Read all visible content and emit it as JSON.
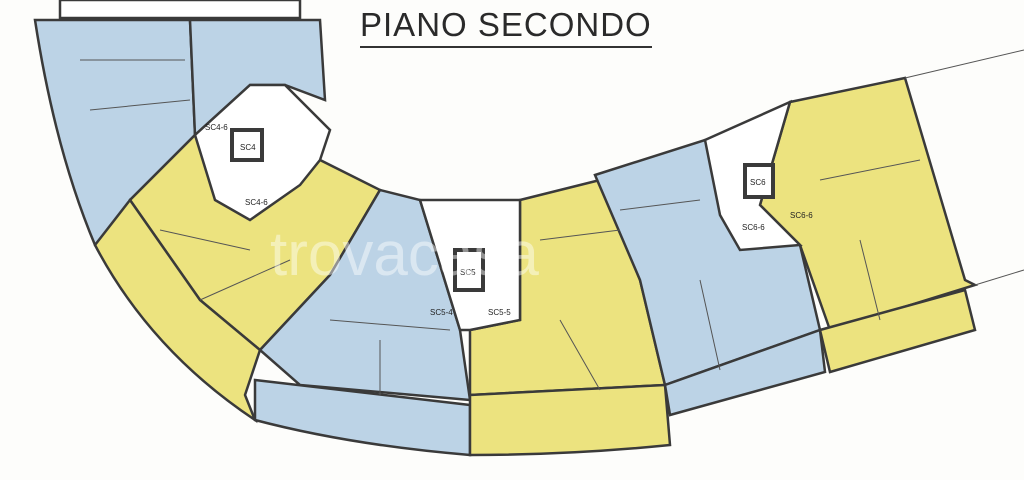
{
  "title": "PIANO SECONDO",
  "watermark": "trovacasa",
  "colors": {
    "unit_blue": "#bcd3e6",
    "unit_yellow": "#ece37f",
    "walls": "#3a3a3a",
    "core": "#ffffff"
  },
  "stair_labels": {
    "sc4": "SC4",
    "sc4_6_a": "SC4-6",
    "sc4_6_b": "SC4-6",
    "sc5": "SC5",
    "sc5_4": "SC5-4",
    "sc5_5": "SC5-5",
    "sc6": "SC6",
    "sc6_6_a": "SC6-6",
    "sc6_6_b": "SC6-6"
  }
}
